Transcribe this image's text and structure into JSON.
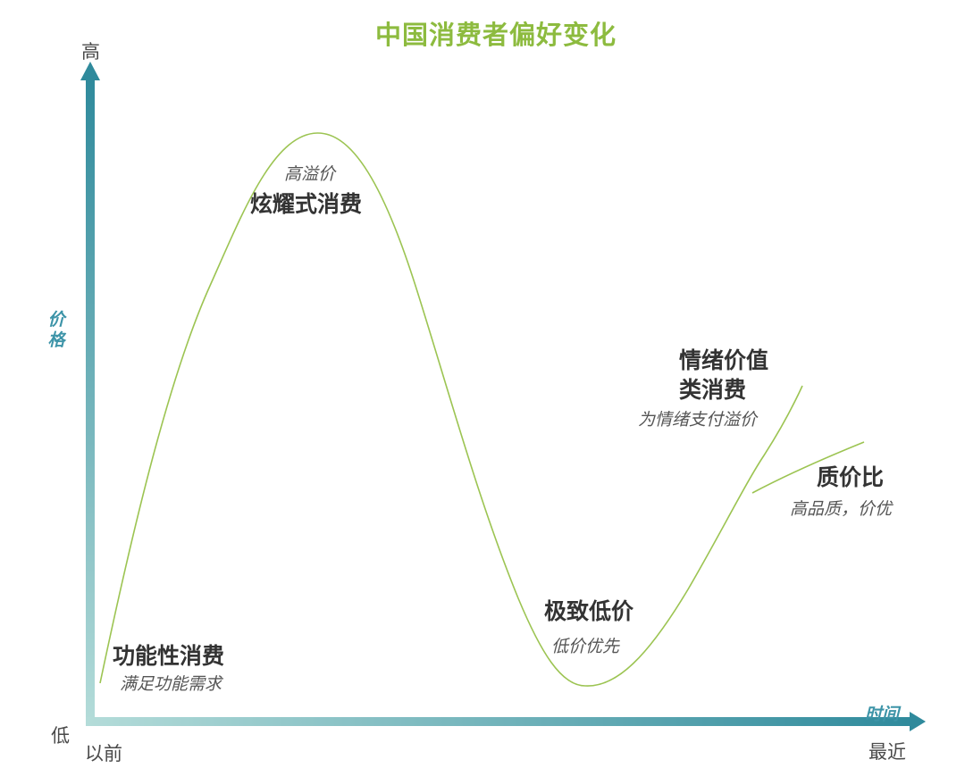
{
  "title": "中国消费者偏好变化",
  "colors": {
    "title": "#8dbb3f",
    "curve": "#9cc452",
    "axis_dark": "#2f8a9c",
    "axis_light": "#b4dcd9",
    "axis_label": "#3d94a8"
  },
  "axes": {
    "y_label": "价格",
    "y_top": "高",
    "y_bottom": "低",
    "x_label": "时间",
    "x_start": "以前",
    "x_end": "最近"
  },
  "stages": [
    {
      "name": "功能性消费",
      "subtitle": "满足功能需求"
    },
    {
      "name": "炫耀式消费",
      "subtitle": "高溢价"
    },
    {
      "name": "极致低价",
      "subtitle": "低价优先"
    },
    {
      "name": "情绪价值",
      "name_line2": "类消费",
      "subtitle": "为情绪支付溢价"
    },
    {
      "name": "质价比",
      "subtitle": "高品质，价优"
    }
  ]
}
